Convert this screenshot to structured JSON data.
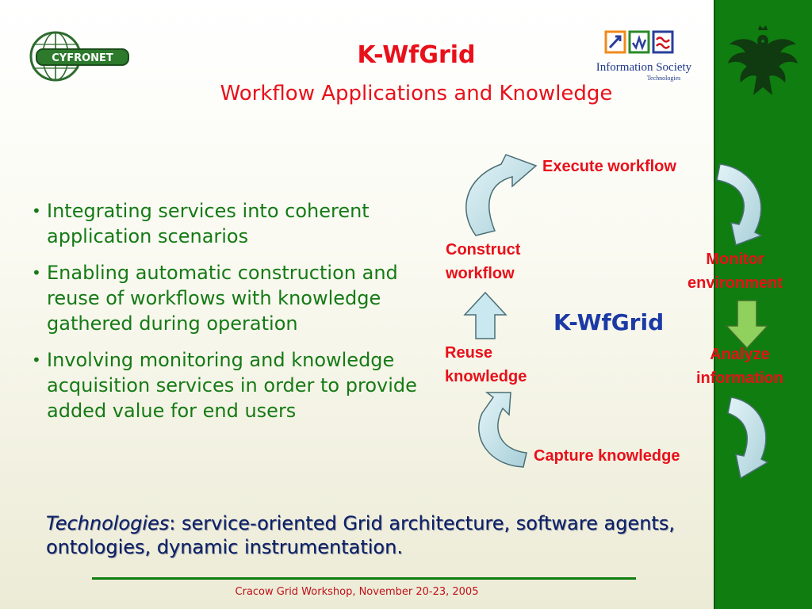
{
  "header": {
    "title": "K-WfGrid",
    "subtitle": "Workflow Applications and Knowledge"
  },
  "logos": {
    "left": "CYFRONET",
    "right_line1": "Information Society",
    "right_line2": "Technologies"
  },
  "bullets": [
    "Integrating services into coherent application scenarios",
    "Enabling automatic construction and reuse of workflows with knowledge gathered during operation",
    "Involving monitoring and knowledge acquisition services in  order to provide added value for end users"
  ],
  "cycle": {
    "center": "K-WfGrid",
    "execute": "Execute workflow",
    "monitor_1": "Monitor",
    "monitor_2": "environment",
    "analyze_1": "Analyze",
    "analyze_2": "information",
    "capture": "Capture knowledge",
    "reuse_1": "Reuse",
    "reuse_2": "knowledge",
    "construct_1": "Construct",
    "construct_2": "workflow"
  },
  "technologies": {
    "label": "Technologies",
    "text": ": service-oriented Grid architecture, software agents, ontologies, dynamic instrumentation."
  },
  "footer": "Cracow Grid Workshop, November 20-23, 2005",
  "colors": {
    "title": "#e8101a",
    "bullets": "#157a15",
    "center": "#1c3aa6",
    "side_bar": "#0f7d0f",
    "arrow_fill": "#c9e8f0",
    "arrow_shade": "#8fb1b8"
  }
}
